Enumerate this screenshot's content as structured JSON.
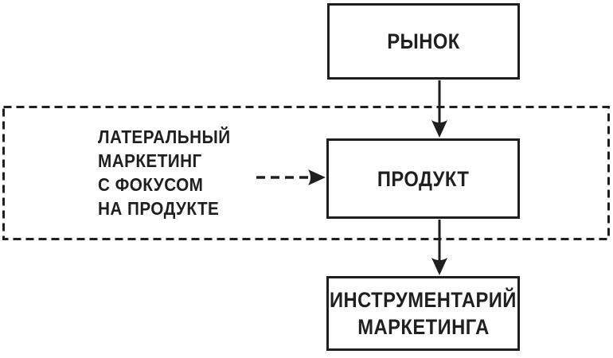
{
  "boxes": {
    "market": {
      "label": "РЫНОК"
    },
    "product": {
      "label": "ПРОДУКТ"
    },
    "tools": {
      "lines": [
        "ИНСТРУМЕНТАРИЙ",
        "МАРКЕТИНГА"
      ]
    }
  },
  "side_note": {
    "lines": [
      "ЛАТЕРАЛЬНЫЙ",
      "МАРКЕТИНГ",
      "С ФОКУСОМ",
      "НА ПРОДУКТЕ"
    ]
  },
  "colors": {
    "ink": "#1f1f1f",
    "background": "#ffffff"
  }
}
